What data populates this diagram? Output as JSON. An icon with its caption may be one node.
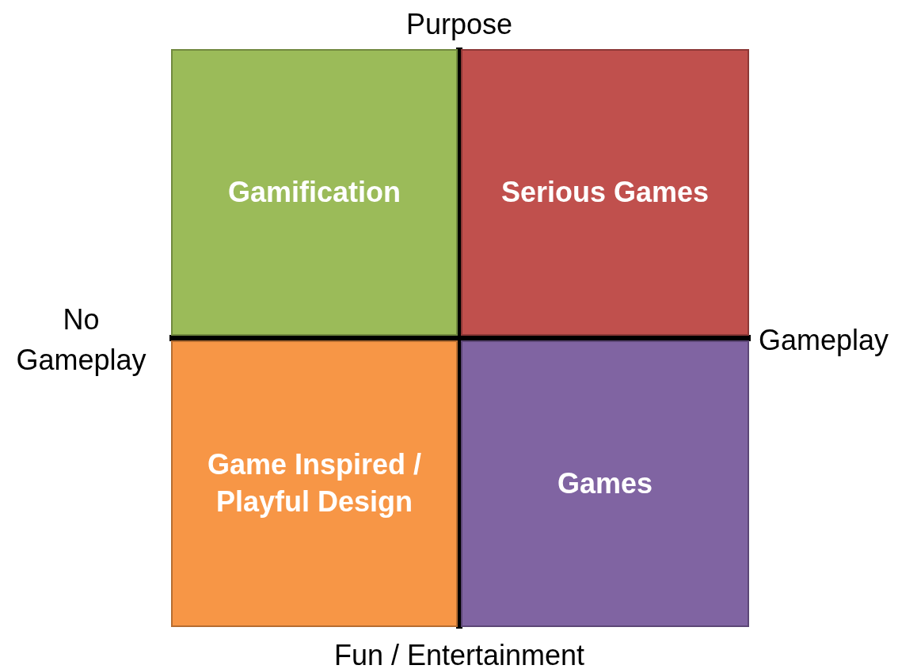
{
  "diagram": {
    "nodes": [
      {
        "text": [
          "Gamification"
        ]
      },
      {
        "text": [
          "Serious Games"
        ]
      },
      {
        "text": [
          "Game Inspired / Playful Design"
        ]
      },
      {
        "text": [
          "Games"
        ]
      }
    ],
    "labels": [
      "Purpose",
      "No Gameplay",
      "Gameplay",
      "Fun / Entertainment"
    ]
  }
}
